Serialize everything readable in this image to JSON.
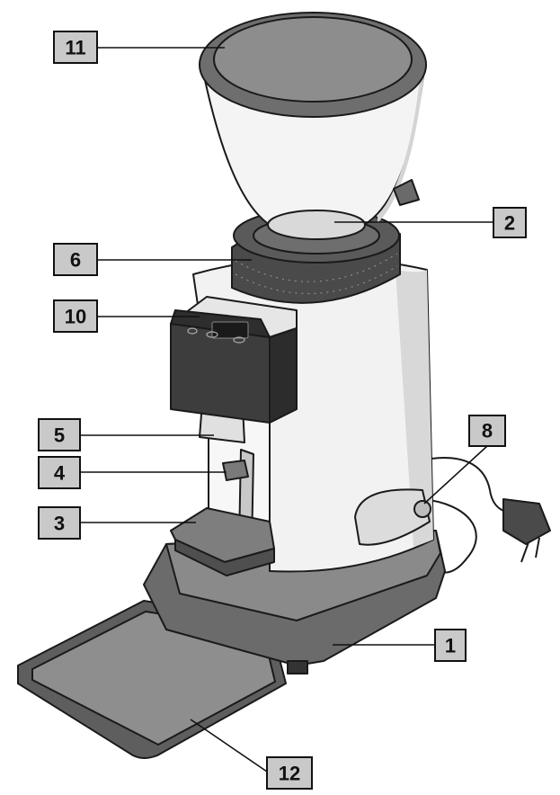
{
  "title": "",
  "callouts": [
    {
      "id": "1",
      "label": "1"
    },
    {
      "id": "2",
      "label": "2"
    },
    {
      "id": "3",
      "label": "3"
    },
    {
      "id": "4",
      "label": "4"
    },
    {
      "id": "5",
      "label": "5"
    },
    {
      "id": "6",
      "label": "6"
    },
    {
      "id": "8",
      "label": "8"
    },
    {
      "id": "10",
      "label": "10"
    },
    {
      "id": "11",
      "label": "11"
    },
    {
      "id": "12",
      "label": "12"
    }
  ],
  "colors": {
    "callout_fill": "#c9c9c9",
    "outline": "#1a1a1a",
    "body": "#f2f2f2",
    "dark_part": "#3d3d3d",
    "base": "#6b6b6b"
  }
}
